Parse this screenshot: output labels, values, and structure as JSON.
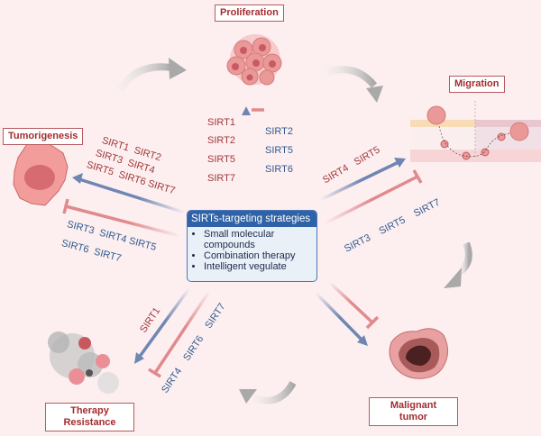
{
  "nodes": {
    "proliferation": "Proliferation",
    "migration": "Migration",
    "tumorigenesis": "Tumorigenesis",
    "malignant_line1": "Malignant",
    "malignant_line2": "tumor",
    "therapy_line1": "Therapy",
    "therapy_line2": "Resistance"
  },
  "strategies": {
    "title": "SIRTs-targeting strategies",
    "items": [
      "Small molecular",
      "compounds",
      "Combination therapy",
      "Intelligent vegulate"
    ]
  },
  "sirts": {
    "proliferation_promote": [
      "SIRT1",
      "SIRT2",
      "SIRT5",
      "SIRT7"
    ],
    "proliferation_inhibit": [
      "SIRT2",
      "SIRT5",
      "SIRT6"
    ],
    "tumorigenesis_promote": [
      "SIRT1  SIRT2",
      "SIRT3  SIRT4",
      "SIRT5  SIRT6 SIRT7"
    ],
    "tumorigenesis_inhibit": [
      "SIRT3  SIRT4 SIRT5",
      "SIRT6  SIRT7"
    ],
    "migration_promote": "SIRT4   SIRT5",
    "migration_inhibit": "SIRT3    SIRT5    SIRT7",
    "therapy_promote": "SIRT1",
    "therapy_inhibit": "SIRT4    SIRT6    SIRT7"
  },
  "colors": {
    "background": "#fdeff0",
    "promote_arrow": "#6f86b3",
    "inhibit_arrow": "#e08a8d",
    "label_border": "#b65a5e",
    "label_text": "#a42c2f",
    "strategy_header": "#2f62a6"
  }
}
